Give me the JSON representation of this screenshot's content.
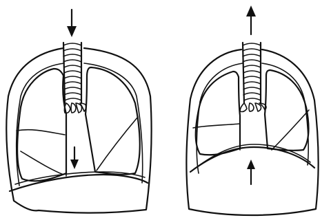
{
  "diagram": {
    "panels": [
      {
        "id": "inhalation",
        "airflow": "in",
        "diaphragm_motion": "down"
      },
      {
        "id": "exhalation",
        "airflow": "out",
        "diaphragm_motion": "up"
      }
    ],
    "style": {
      "ink": "#111111",
      "background": "#ffffff"
    },
    "icons": [
      "arrow-down-icon",
      "arrow-up-icon"
    ]
  }
}
